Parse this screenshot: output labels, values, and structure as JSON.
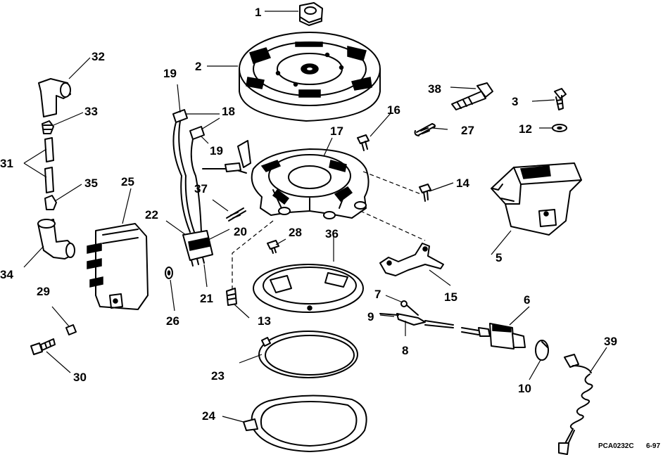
{
  "diagram": {
    "callouts": [
      "1",
      "2",
      "3",
      "5",
      "6",
      "7",
      "8",
      "9",
      "10",
      "12",
      "13",
      "14",
      "15",
      "16",
      "17",
      "18",
      "19",
      "19",
      "20",
      "21",
      "22",
      "23",
      "24",
      "25",
      "26",
      "27",
      "28",
      "29",
      "30",
      "31",
      "32",
      "33",
      "34",
      "35",
      "36",
      "37",
      "38",
      "39"
    ],
    "code": "PCA0232C",
    "date": "6-97"
  }
}
